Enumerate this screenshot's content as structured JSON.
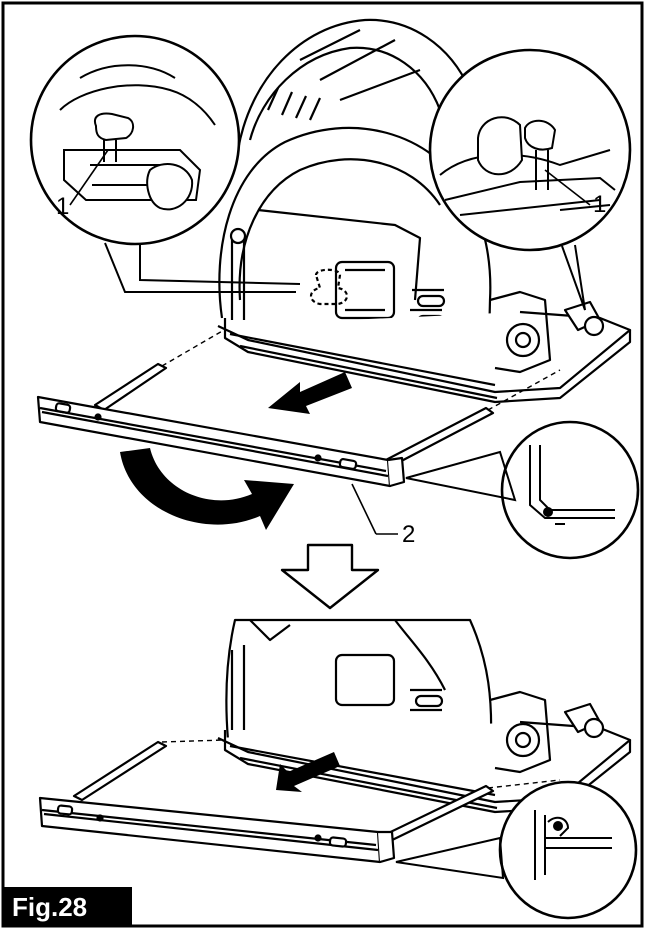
{
  "callouts": {
    "left_1": "1",
    "right_1": "1",
    "guide_2": "2"
  },
  "figure_label": "Fig.28",
  "icons": [
    "removal-arrow-icon",
    "rotate-arrow-icon",
    "transition-down-arrow-icon",
    "insert-arrow-icon"
  ]
}
